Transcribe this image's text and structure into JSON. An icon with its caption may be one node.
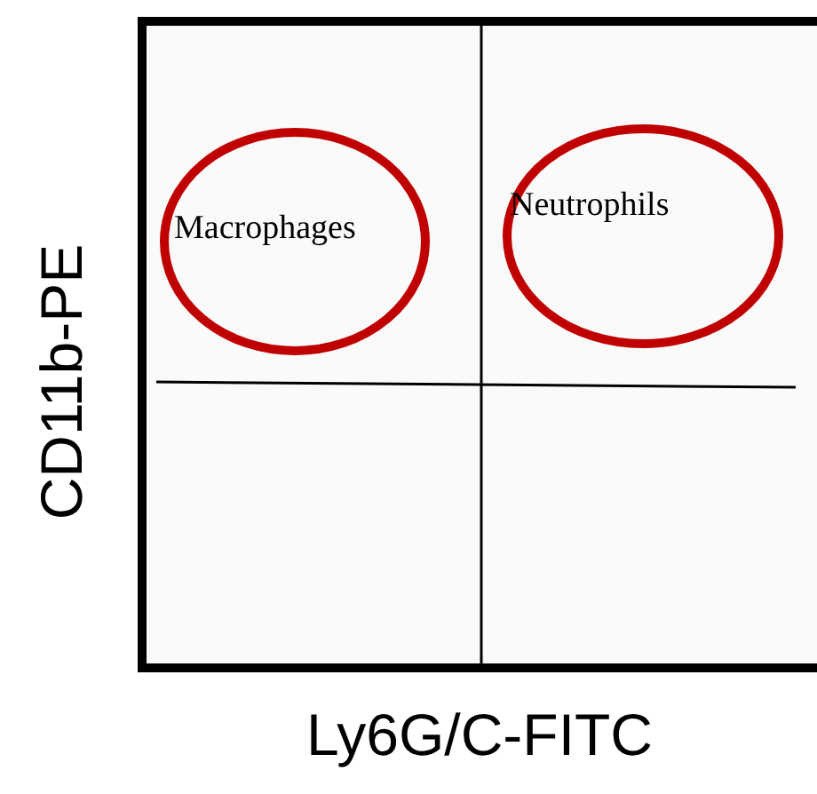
{
  "diagram": {
    "nodes": [
      {
        "text": [
          "Macrophages"
        ]
      },
      {
        "text": [
          "Neutrophils"
        ]
      }
    ],
    "labels": [
      "CD11b-PE",
      "Ly6G/C-FITC"
    ]
  }
}
